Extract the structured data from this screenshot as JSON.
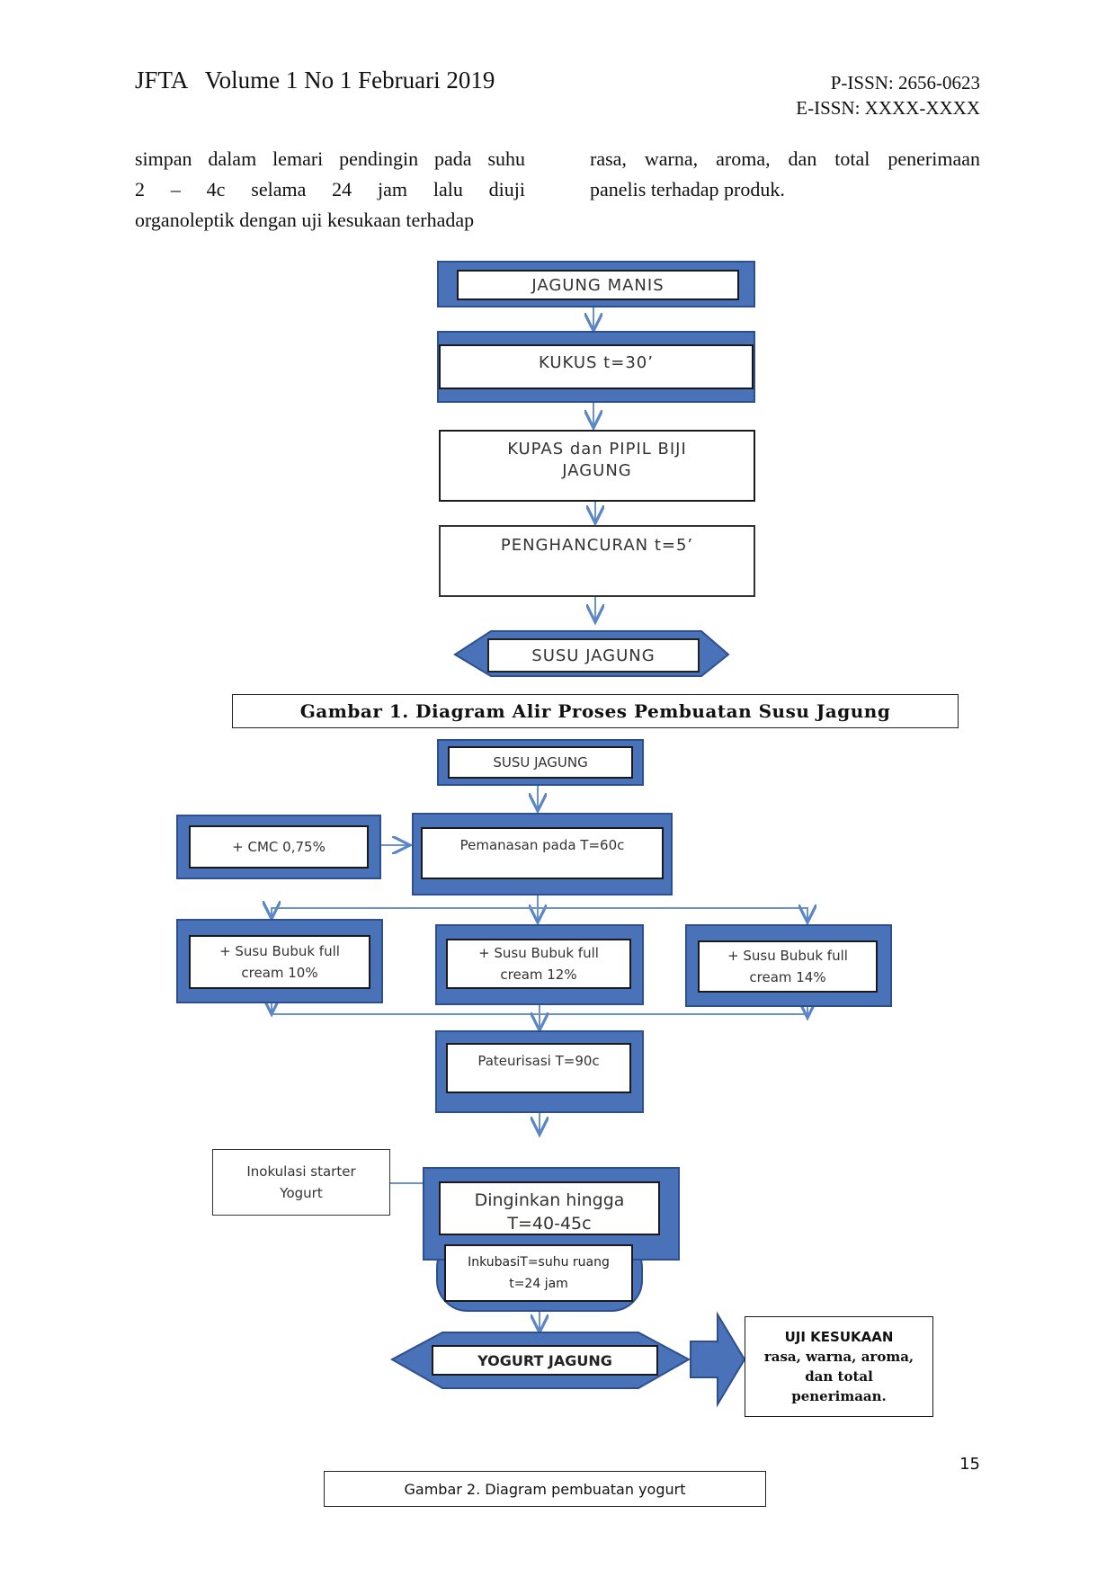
{
  "header": {
    "journal": "JFTA   Volume 1 No 1 Februari 2019",
    "pissn": "P-ISSN: 2656-0623",
    "eissn": "E-ISSN: XXXX-XXXX"
  },
  "text": {
    "left": [
      "simpan dalam lemari pendingin pada suhu",
      "2 – 4c selama 24 jam lalu diuji",
      "organoleptik dengan uji kesukaan terhadap"
    ],
    "right": [
      "rasa, warna, aroma, dan total penerimaan",
      "panelis terhadap produk."
    ]
  },
  "fig1": {
    "step1": "JAGUNG MANIS",
    "step2": "KUKUS t=30’",
    "step3_l1": "KUPAS dan PIPIL BIJI",
    "step3_l2": "JAGUNG",
    "step4": "PENGHANCURAN t=5’",
    "step5": "SUSU JAGUNG",
    "caption": "Gambar 1. Diagram Alir Proses Pembuatan Susu Jagung"
  },
  "fig2": {
    "start": "SUSU JAGUNG",
    "cmc": "+ CMC 0,75%",
    "heat": "Pemanasan pada T=60c",
    "milk10_l1": "+ Susu Bubuk full",
    "milk10_l2": "cream 10%",
    "milk12_l1": "+ Susu Bubuk full",
    "milk12_l2": "cream 12%",
    "milk14_l1": "+ Susu Bubuk full",
    "milk14_l2": "cream 14%",
    "past": "Pateurisasi T=90c",
    "inok_l1": "Inokulasi starter",
    "inok_l2": "Yogurt",
    "cool_l1": "Dinginkan hingga",
    "cool_l2": "T=40-45c",
    "incub_l1": "InkubasiT=suhu ruang",
    "incub_l2": "t=24 jam",
    "yogurt": "YOGURT JAGUNG",
    "uji_l1": "UJI KESUKAAN",
    "uji_l2": "rasa, warna, aroma,",
    "uji_l3": "dan total",
    "uji_l4": "penerimaan.",
    "caption": "Gambar 2. Diagram pembuatan yogurt"
  },
  "page_number": "15"
}
